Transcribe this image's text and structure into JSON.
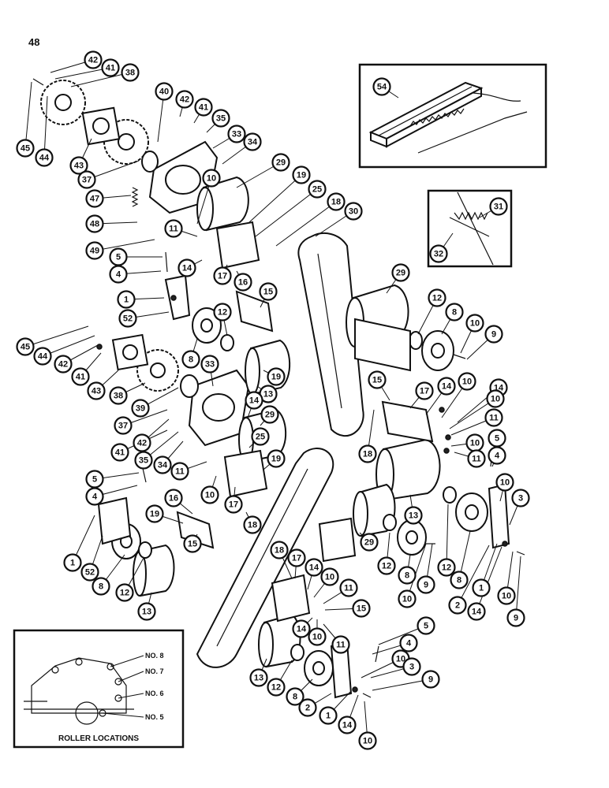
{
  "page_number": "48",
  "roller_inset": {
    "title": "ROLLER LOCATIONS",
    "labels": [
      "NO. 8",
      "NO. 7",
      "NO. 6",
      "NO. 5"
    ]
  },
  "callouts": [
    {
      "id": "c1",
      "label": "42"
    },
    {
      "id": "c2",
      "label": "41"
    },
    {
      "id": "c3",
      "label": "38"
    },
    {
      "id": "c4",
      "label": "45"
    },
    {
      "id": "c5",
      "label": "44"
    },
    {
      "id": "c6",
      "label": "43"
    },
    {
      "id": "c7",
      "label": "40"
    },
    {
      "id": "c8",
      "label": "42"
    },
    {
      "id": "c9",
      "label": "41"
    },
    {
      "id": "c10",
      "label": "35"
    },
    {
      "id": "c11",
      "label": "33"
    },
    {
      "id": "c12",
      "label": "34"
    },
    {
      "id": "c13",
      "label": "37"
    },
    {
      "id": "c14",
      "label": "47"
    },
    {
      "id": "c15",
      "label": "48"
    },
    {
      "id": "c16",
      "label": "49"
    },
    {
      "id": "c17",
      "label": "29"
    },
    {
      "id": "c18",
      "label": "19"
    },
    {
      "id": "c19",
      "label": "25"
    },
    {
      "id": "c20",
      "label": "18"
    },
    {
      "id": "c21",
      "label": "10"
    },
    {
      "id": "c22",
      "label": "11"
    },
    {
      "id": "c23",
      "label": "30"
    },
    {
      "id": "c24",
      "label": "5"
    },
    {
      "id": "c25",
      "label": "4"
    },
    {
      "id": "c26",
      "label": "14"
    },
    {
      "id": "c27",
      "label": "17"
    },
    {
      "id": "c28",
      "label": "16"
    },
    {
      "id": "c29",
      "label": "1"
    },
    {
      "id": "c30",
      "label": "52"
    },
    {
      "id": "c31",
      "label": "12"
    },
    {
      "id": "c32",
      "label": "15"
    },
    {
      "id": "c33",
      "label": "54"
    },
    {
      "id": "c34",
      "label": "31"
    },
    {
      "id": "c35",
      "label": "32"
    },
    {
      "id": "c36",
      "label": "29"
    },
    {
      "id": "c37",
      "label": "12"
    },
    {
      "id": "c38",
      "label": "8"
    },
    {
      "id": "c39",
      "label": "10"
    },
    {
      "id": "c40",
      "label": "9"
    },
    {
      "id": "c41",
      "label": "45"
    },
    {
      "id": "c42",
      "label": "44"
    },
    {
      "id": "c43",
      "label": "42"
    },
    {
      "id": "c44",
      "label": "41"
    },
    {
      "id": "c45",
      "label": "43"
    },
    {
      "id": "c46",
      "label": "8"
    },
    {
      "id": "c47",
      "label": "33"
    },
    {
      "id": "c48",
      "label": "19"
    },
    {
      "id": "c49",
      "label": "13"
    },
    {
      "id": "c50",
      "label": "38"
    },
    {
      "id": "c51",
      "label": "39"
    },
    {
      "id": "c52",
      "label": "37"
    },
    {
      "id": "c53",
      "label": "14"
    },
    {
      "id": "c54",
      "label": "29"
    },
    {
      "id": "c55",
      "label": "42"
    },
    {
      "id": "c56",
      "label": "41"
    },
    {
      "id": "c57",
      "label": "35"
    },
    {
      "id": "c58",
      "label": "34"
    },
    {
      "id": "c59",
      "label": "25"
    },
    {
      "id": "c60",
      "label": "19"
    },
    {
      "id": "c61",
      "label": "11"
    },
    {
      "id": "c62",
      "label": "10"
    },
    {
      "id": "c63",
      "label": "17"
    },
    {
      "id": "c64",
      "label": "5"
    },
    {
      "id": "c65",
      "label": "4"
    },
    {
      "id": "c66",
      "label": "16"
    },
    {
      "id": "c67",
      "label": "18"
    },
    {
      "id": "c68",
      "label": "19"
    },
    {
      "id": "c69",
      "label": "15"
    },
    {
      "id": "c70",
      "label": "1"
    },
    {
      "id": "c71",
      "label": "52"
    },
    {
      "id": "c72",
      "label": "8"
    },
    {
      "id": "c73",
      "label": "12"
    },
    {
      "id": "c74",
      "label": "13"
    },
    {
      "id": "c75",
      "label": "15"
    },
    {
      "id": "c76",
      "label": "17"
    },
    {
      "id": "c77",
      "label": "14"
    },
    {
      "id": "c78",
      "label": "10"
    },
    {
      "id": "c79",
      "label": "14"
    },
    {
      "id": "c80",
      "label": "10"
    },
    {
      "id": "c81",
      "label": "11"
    },
    {
      "id": "c82",
      "label": "18"
    },
    {
      "id": "c83",
      "label": "10"
    },
    {
      "id": "c84",
      "label": "11"
    },
    {
      "id": "c85",
      "label": "5"
    },
    {
      "id": "c86",
      "label": "4"
    },
    {
      "id": "c87",
      "label": "13"
    },
    {
      "id": "c88",
      "label": "10"
    },
    {
      "id": "c89",
      "label": "3"
    },
    {
      "id": "c90",
      "label": "29"
    },
    {
      "id": "c91",
      "label": "12"
    },
    {
      "id": "c92",
      "label": "8"
    },
    {
      "id": "c93",
      "label": "10"
    },
    {
      "id": "c94",
      "label": "9"
    },
    {
      "id": "c95",
      "label": "12"
    },
    {
      "id": "c96",
      "label": "8"
    },
    {
      "id": "c97",
      "label": "1"
    },
    {
      "id": "c98",
      "label": "2"
    },
    {
      "id": "c99",
      "label": "14"
    },
    {
      "id": "c100",
      "label": "10"
    },
    {
      "id": "c101",
      "label": "9"
    },
    {
      "id": "c102",
      "label": "18"
    },
    {
      "id": "c103",
      "label": "17"
    },
    {
      "id": "c104",
      "label": "14"
    },
    {
      "id": "c105",
      "label": "10"
    },
    {
      "id": "c106",
      "label": "11"
    },
    {
      "id": "c107",
      "label": "15"
    },
    {
      "id": "c108",
      "label": "14"
    },
    {
      "id": "c109",
      "label": "10"
    },
    {
      "id": "c110",
      "label": "11"
    },
    {
      "id": "c111",
      "label": "5"
    },
    {
      "id": "c112",
      "label": "4"
    },
    {
      "id": "c113",
      "label": "13"
    },
    {
      "id": "c114",
      "label": "12"
    },
    {
      "id": "c115",
      "label": "8"
    },
    {
      "id": "c116",
      "label": "10"
    },
    {
      "id": "c117",
      "label": "3"
    },
    {
      "id": "c118",
      "label": "9"
    },
    {
      "id": "c119",
      "label": "2"
    },
    {
      "id": "c120",
      "label": "1"
    },
    {
      "id": "c121",
      "label": "14"
    },
    {
      "id": "c122",
      "label": "10"
    }
  ]
}
